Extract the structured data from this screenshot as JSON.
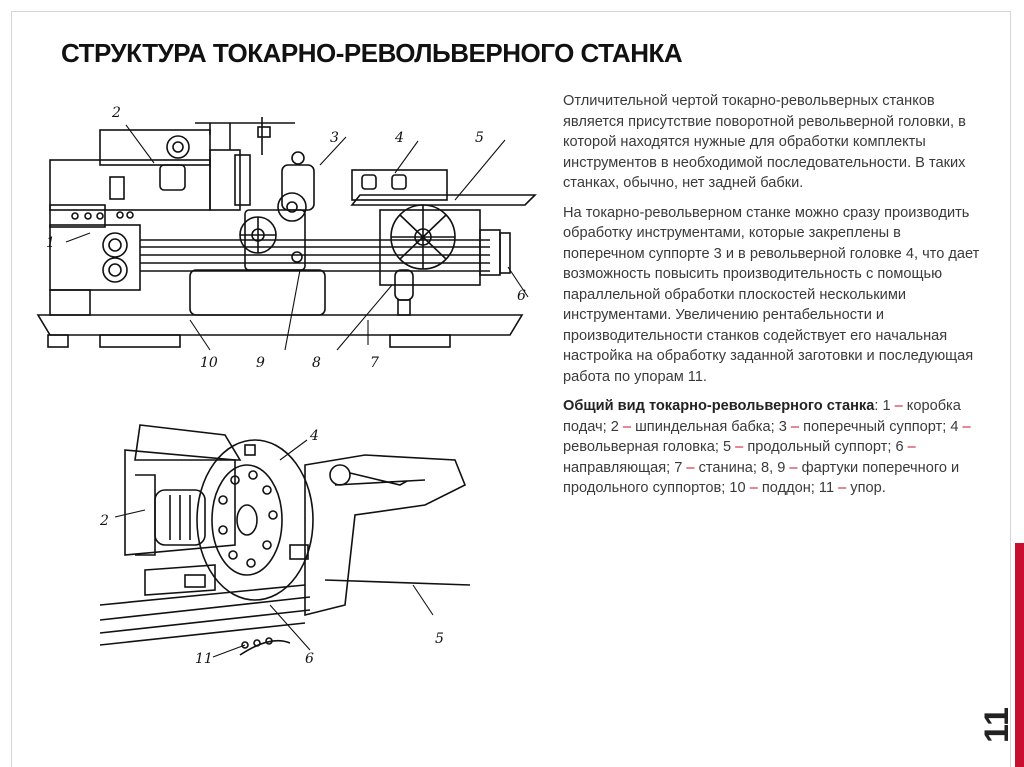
{
  "slide": {
    "title": "СТРУКТУРА ТОКАРНО-РЕВОЛЬВЕРНОГО СТАНКА",
    "page_number": "11"
  },
  "text": {
    "paragraph1": "Отличительной чертой токарно-револьверных станков является присутствие поворотной револьверной головки, в которой находятся нужные для обработки комплекты инструментов в необходимой последовательности. В таких станках, обычно, нет задней бабки.",
    "paragraph2": "На токарно-револьверном станке можно сразу производить обработку инструментами, которые закреплены в поперечном суппорте 3 и в револьверной головке 4, что дает возможность повысить производительность с помощью параллельной обработки плоскостей несколькими инструментами. Увеличению рентабельности и производительности станков содействует его начальная настройка на обработку заданной заготовки и последующая работа по упорам 11.",
    "caption_title": "Общий вид токарно-револьверного станка",
    "caption_items": [
      {
        "num": "1",
        "label": "коробка подач"
      },
      {
        "num": "2",
        "label": "шпиндельная бабка"
      },
      {
        "num": "3",
        "label": "поперечный суппорт"
      },
      {
        "num": "4",
        "label": "револьверная головка"
      },
      {
        "num": "5",
        "label": "продольный суппорт"
      },
      {
        "num": "6",
        "label": "направляющая"
      },
      {
        "num": "7",
        "label": "станина"
      },
      {
        "num": "8, 9",
        "label": "фартуки поперечного и продольного суппортов"
      },
      {
        "num": "10",
        "label": "поддон"
      },
      {
        "num": "11",
        "label": "упор"
      }
    ]
  },
  "figures": {
    "top_callouts": [
      "1",
      "2",
      "3",
      "4",
      "5",
      "6",
      "7",
      "8",
      "9",
      "10"
    ],
    "bottom_callouts": [
      "2",
      "4",
      "5",
      "6",
      "11"
    ]
  },
  "colors": {
    "accent": "#c8102e",
    "text": "#3a3a3a",
    "title": "#111111"
  }
}
